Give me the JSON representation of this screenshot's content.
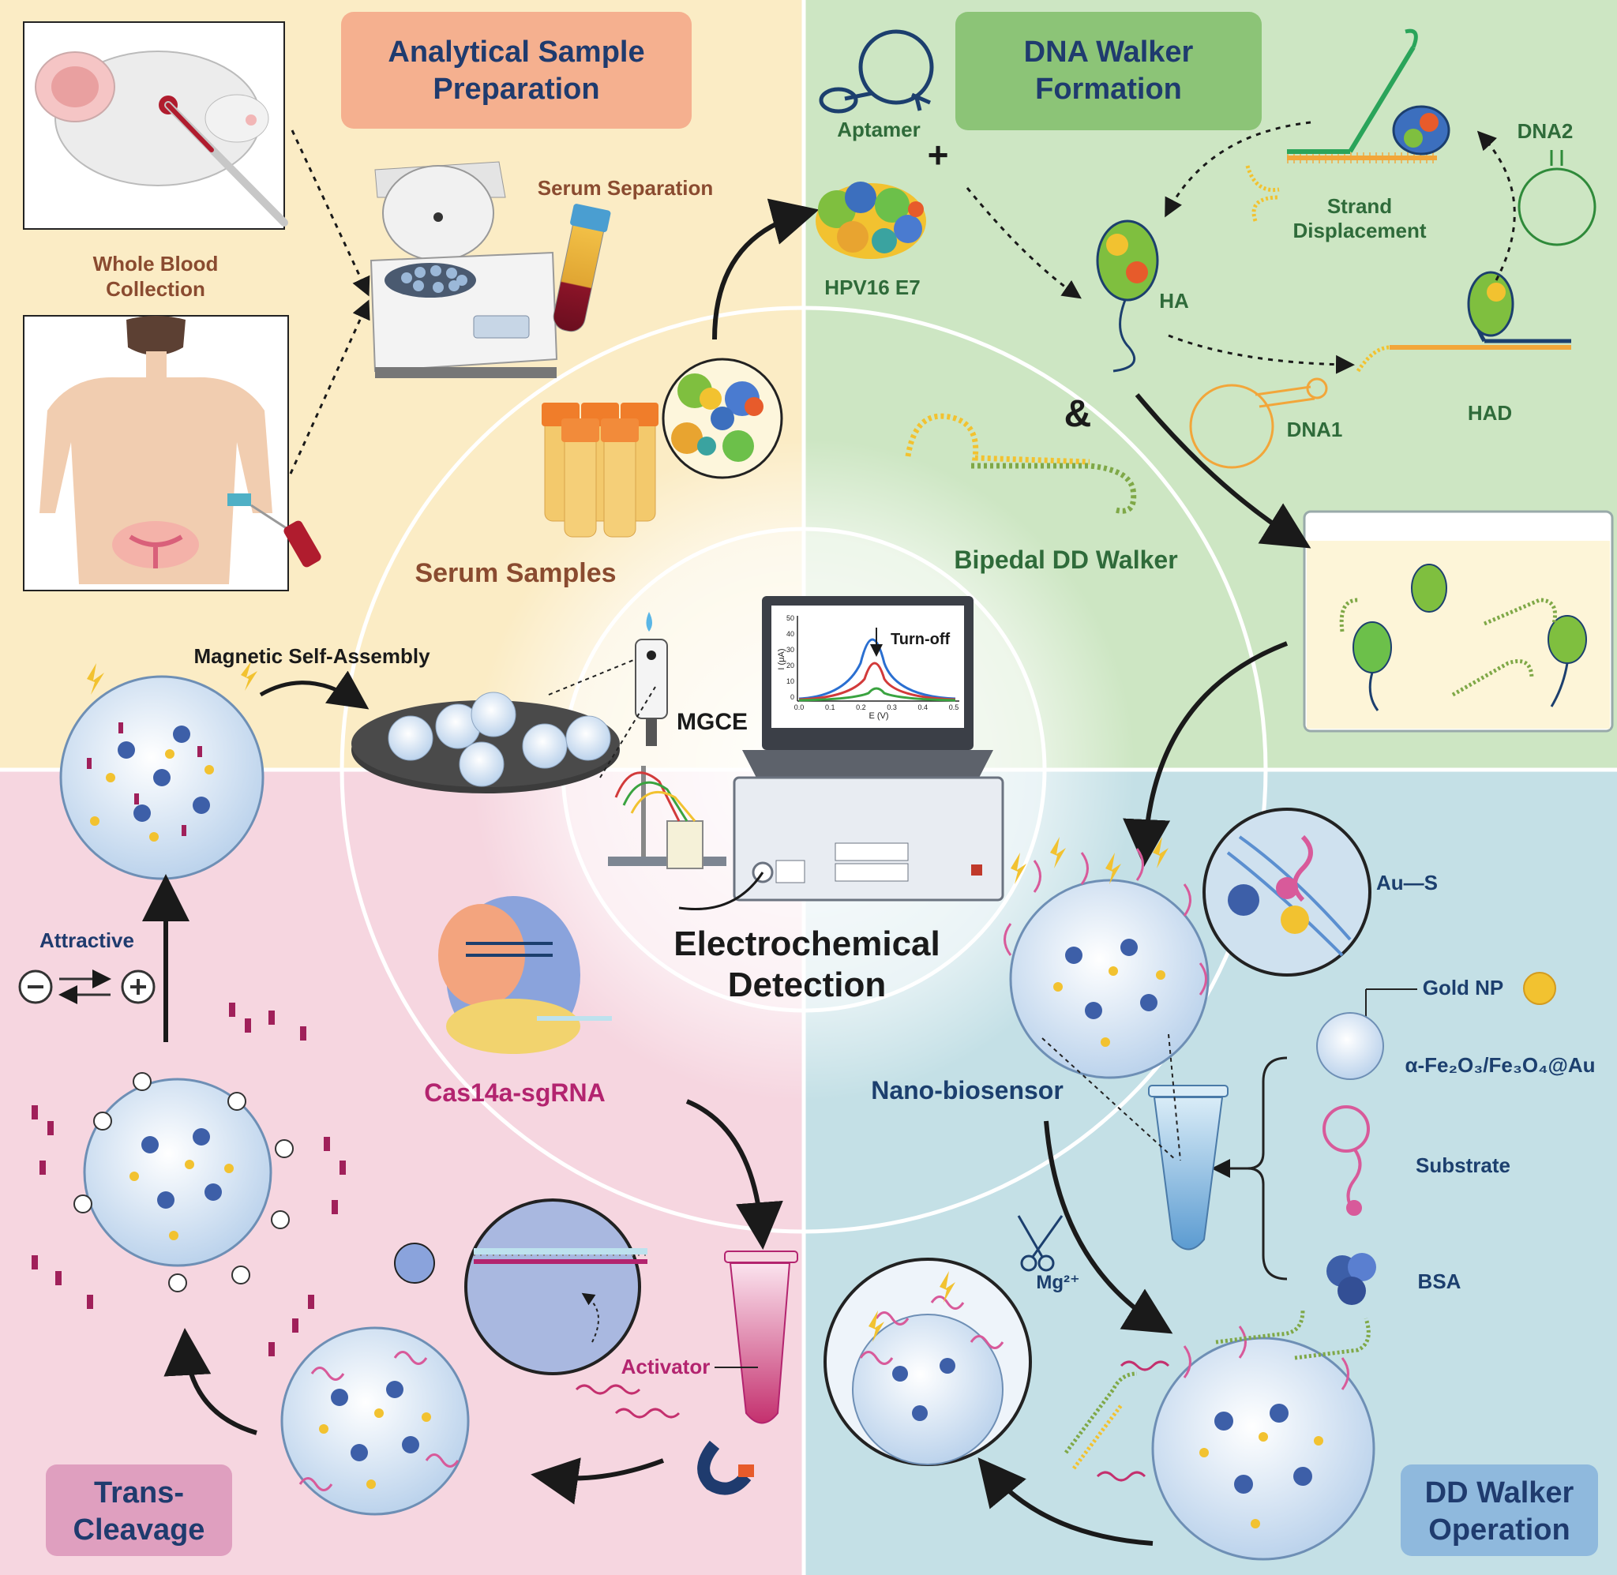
{
  "quadrants": {
    "sample_prep": {
      "title_line1": "Analytical Sample",
      "title_line2": "Preparation",
      "whole_blood_line1": "Whole Blood",
      "whole_blood_line2": "Collection",
      "serum_separation": "Serum Separation",
      "serum_samples": "Serum Samples"
    },
    "dna_walker": {
      "title_line1": "DNA Walker",
      "title_line2": "Formation",
      "aptamer": "Aptamer",
      "hpv": "HPV16 E7",
      "ha": "HA",
      "strand_line1": "Strand",
      "strand_line2": "Displacement",
      "dna2": "DNA2",
      "dna1": "DNA1",
      "had": "HAD",
      "ampersand": "&",
      "bipedal": "Bipedal DD Walker"
    },
    "trans_cleavage": {
      "title_line1": "Trans-",
      "title_line2": "Cleavage",
      "magnetic": "Magnetic Self-Assembly",
      "attractive": "Attractive",
      "cas14": "Cas14a-sgRNA",
      "activator": "Activator"
    },
    "dd_operation": {
      "title_line1": "DD Walker",
      "title_line2": "Operation",
      "au_s": "Au—S",
      "gold_np": "Gold NP",
      "fe_oxide": "α-Fe₂O₃/Fe₃O₄@Au",
      "substrate": "Substrate",
      "bsa": "BSA",
      "nano_biosensor": "Nano-biosensor",
      "mg": "Mg²⁺"
    }
  },
  "center": {
    "title_line1": "Electrochemical",
    "title_line2": "Detection",
    "mgce": "MGCE",
    "turn_off": "Turn-off",
    "ylabel": "I (μA)",
    "xlabel": "E (V)",
    "yticks": [
      "50",
      "40",
      "30",
      "20",
      "10",
      "0"
    ],
    "xticks": [
      "0.0",
      "0.1",
      "0.2",
      "0.3",
      "0.4",
      "0.5"
    ]
  },
  "colors": {
    "q1_bg": "#fbecc5",
    "q2_bg": "#cde6c3",
    "q3_bg": "#f6d6e0",
    "q4_bg": "#c4e0e6",
    "q1_title_box": "#f5b08f",
    "q2_title_box": "#8cc477",
    "q3_title_box": "#df9fbf",
    "q4_title_box": "#8fb9dd",
    "title_text": "#1f3b6e",
    "brown_text": "#8a4b30",
    "green_text": "#2f6b3a",
    "magenta_text": "#b3246f",
    "navy_text": "#1c3f6e"
  }
}
